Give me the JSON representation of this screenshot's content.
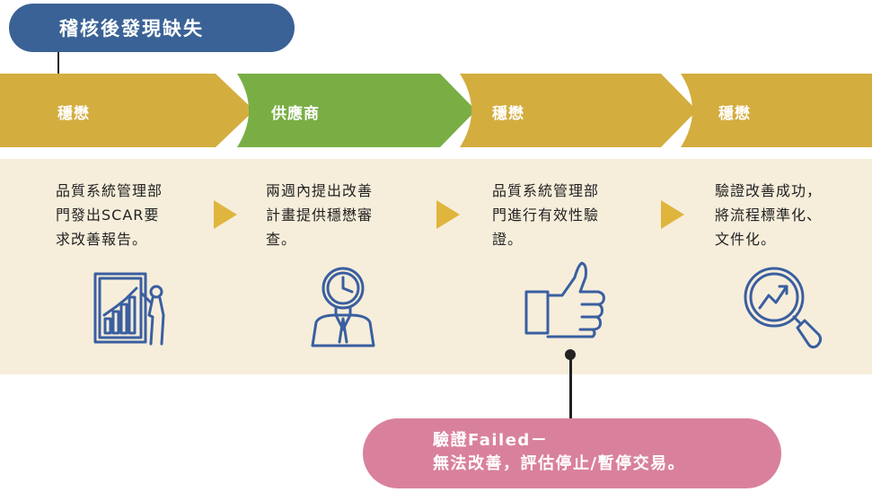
{
  "title": "稽核後發現缺失",
  "stages": [
    {
      "label": "穩懋",
      "color": "#d4ad3f"
    },
    {
      "label": "供應商",
      "color": "#79ae45"
    },
    {
      "label": "穩懋",
      "color": "#d4ad3f"
    },
    {
      "label": "穩懋",
      "color": "#d4ad3f"
    }
  ],
  "steps": [
    {
      "lines": [
        "品質系統管理部",
        "門發出SCAR要",
        "求改善報告。"
      ],
      "icon": "chart-presentation-icon"
    },
    {
      "lines": [
        "兩週內提出改善",
        "計畫提供穩懋審",
        "查。"
      ],
      "icon": "businessman-clock-icon"
    },
    {
      "lines": [
        "品質系統管理部",
        "門進行有效性驗",
        "證。"
      ],
      "icon": "thumbs-up-icon"
    },
    {
      "lines": [
        "驗證改善成功，",
        "將流程標準化、",
        "文件化。"
      ],
      "icon": "magnifier-trend-icon"
    }
  ],
  "callout": {
    "line1": "驗證Failed－",
    "line2": "無法改善，評估停止/暫停交易。"
  },
  "colors": {
    "title_bg": "#3a6296",
    "gold": "#d4ad3f",
    "green": "#79ae45",
    "panel_bg": "#f6eedb",
    "arrow": "#e0b53e",
    "callout_bg": "#d9819c",
    "icon_stroke": "#3a5fa0"
  }
}
